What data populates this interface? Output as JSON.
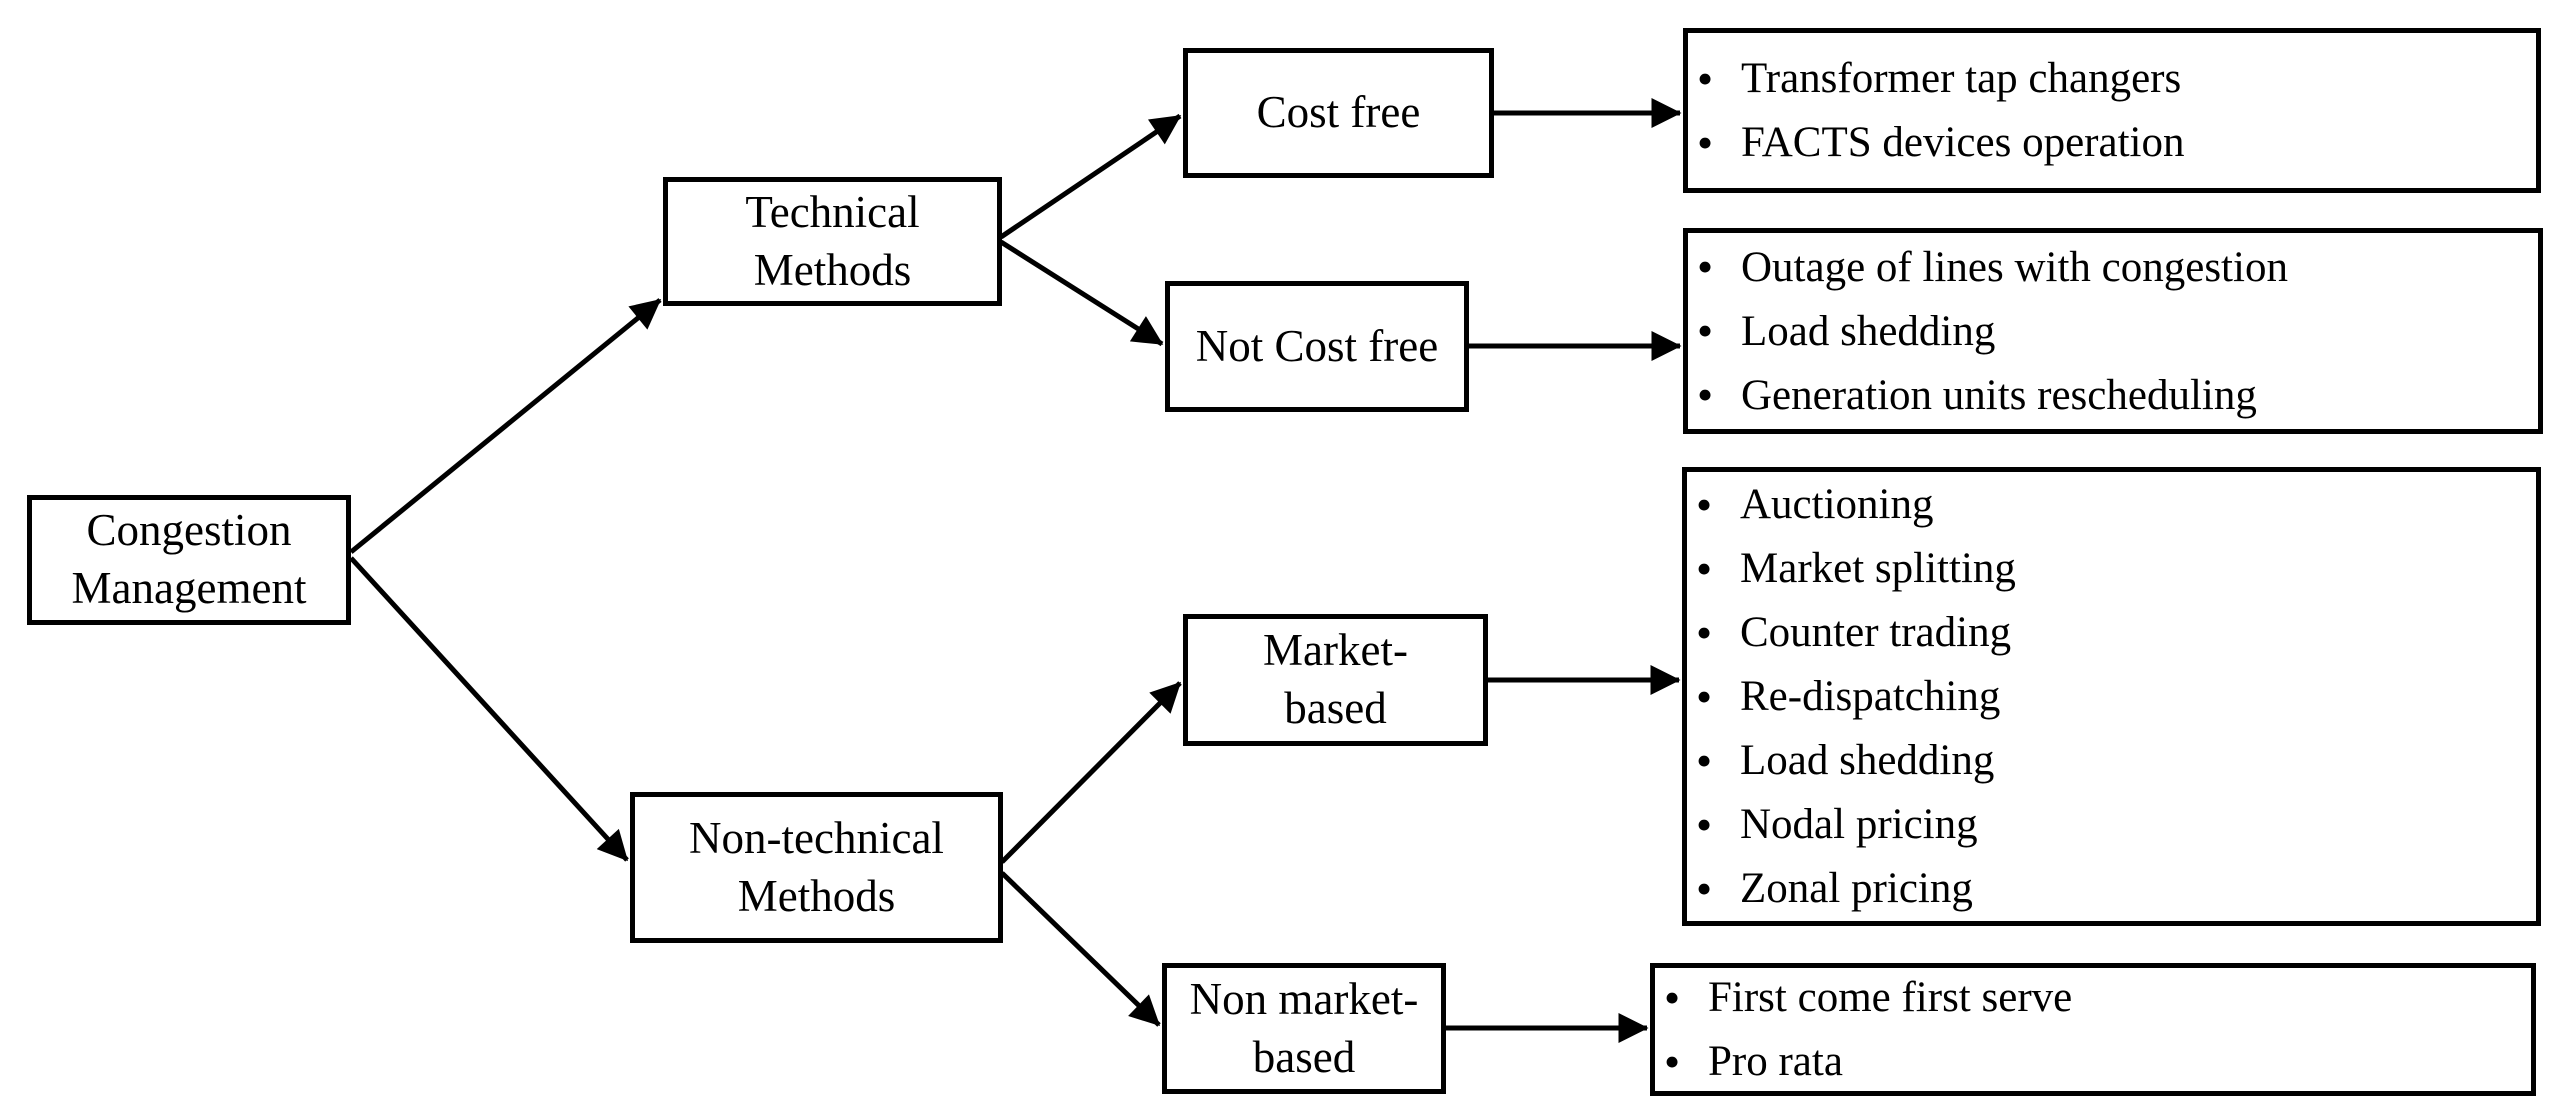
{
  "nodes": {
    "root": "Congestion\nManagement",
    "technical": "Technical\nMethods",
    "non_technical": "Non-technical\nMethods",
    "cost_free": "Cost free",
    "not_cost_free": "Not Cost free",
    "market_based": "Market-\nbased",
    "non_market_based": "Non market-\nbased"
  },
  "lists": {
    "cost_free": [
      "Transformer tap changers",
      "FACTS devices operation"
    ],
    "not_cost_free": [
      "Outage of  lines with congestion",
      "Load shedding",
      "Generation units rescheduling"
    ],
    "market_based": [
      "Auctioning",
      "Market splitting",
      "Counter trading",
      "Re-dispatching",
      "Load shedding",
      "Nodal pricing",
      "Zonal pricing"
    ],
    "non_market_based": [
      "First come first serve",
      "Pro rata"
    ]
  },
  "colors": {
    "line": "#000000",
    "box_border": "#000000",
    "box_fill": "#ffffff",
    "text": "#000000",
    "background": "#ffffff"
  }
}
